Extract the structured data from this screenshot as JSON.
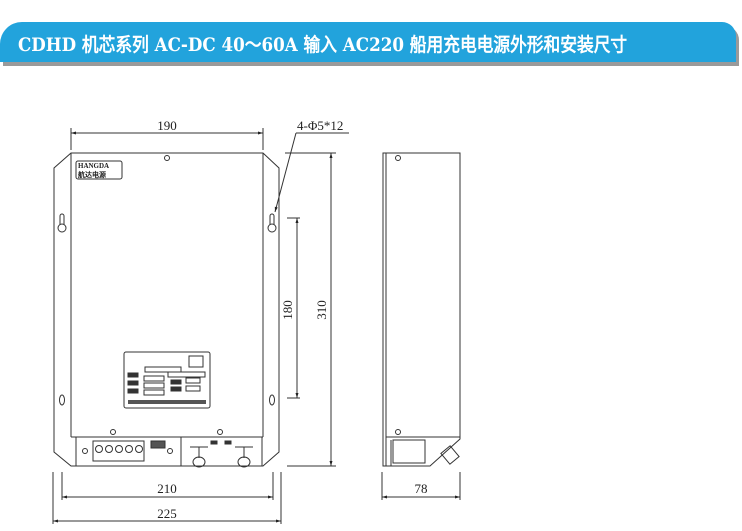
{
  "header": {
    "title": "CDHD 机芯系列 AC-DC 40～60A 输入 AC220 船用充电电源外形和安装尺寸"
  },
  "drawing": {
    "logo_en": "HANGDA",
    "logo_cn": "航达电源",
    "dimensions": {
      "top_width": "190",
      "hole_spec": "4-Φ5*12",
      "hole_spacing": "180",
      "height": "310",
      "mount_width": "210",
      "overall_width": "225",
      "depth": "78"
    }
  }
}
